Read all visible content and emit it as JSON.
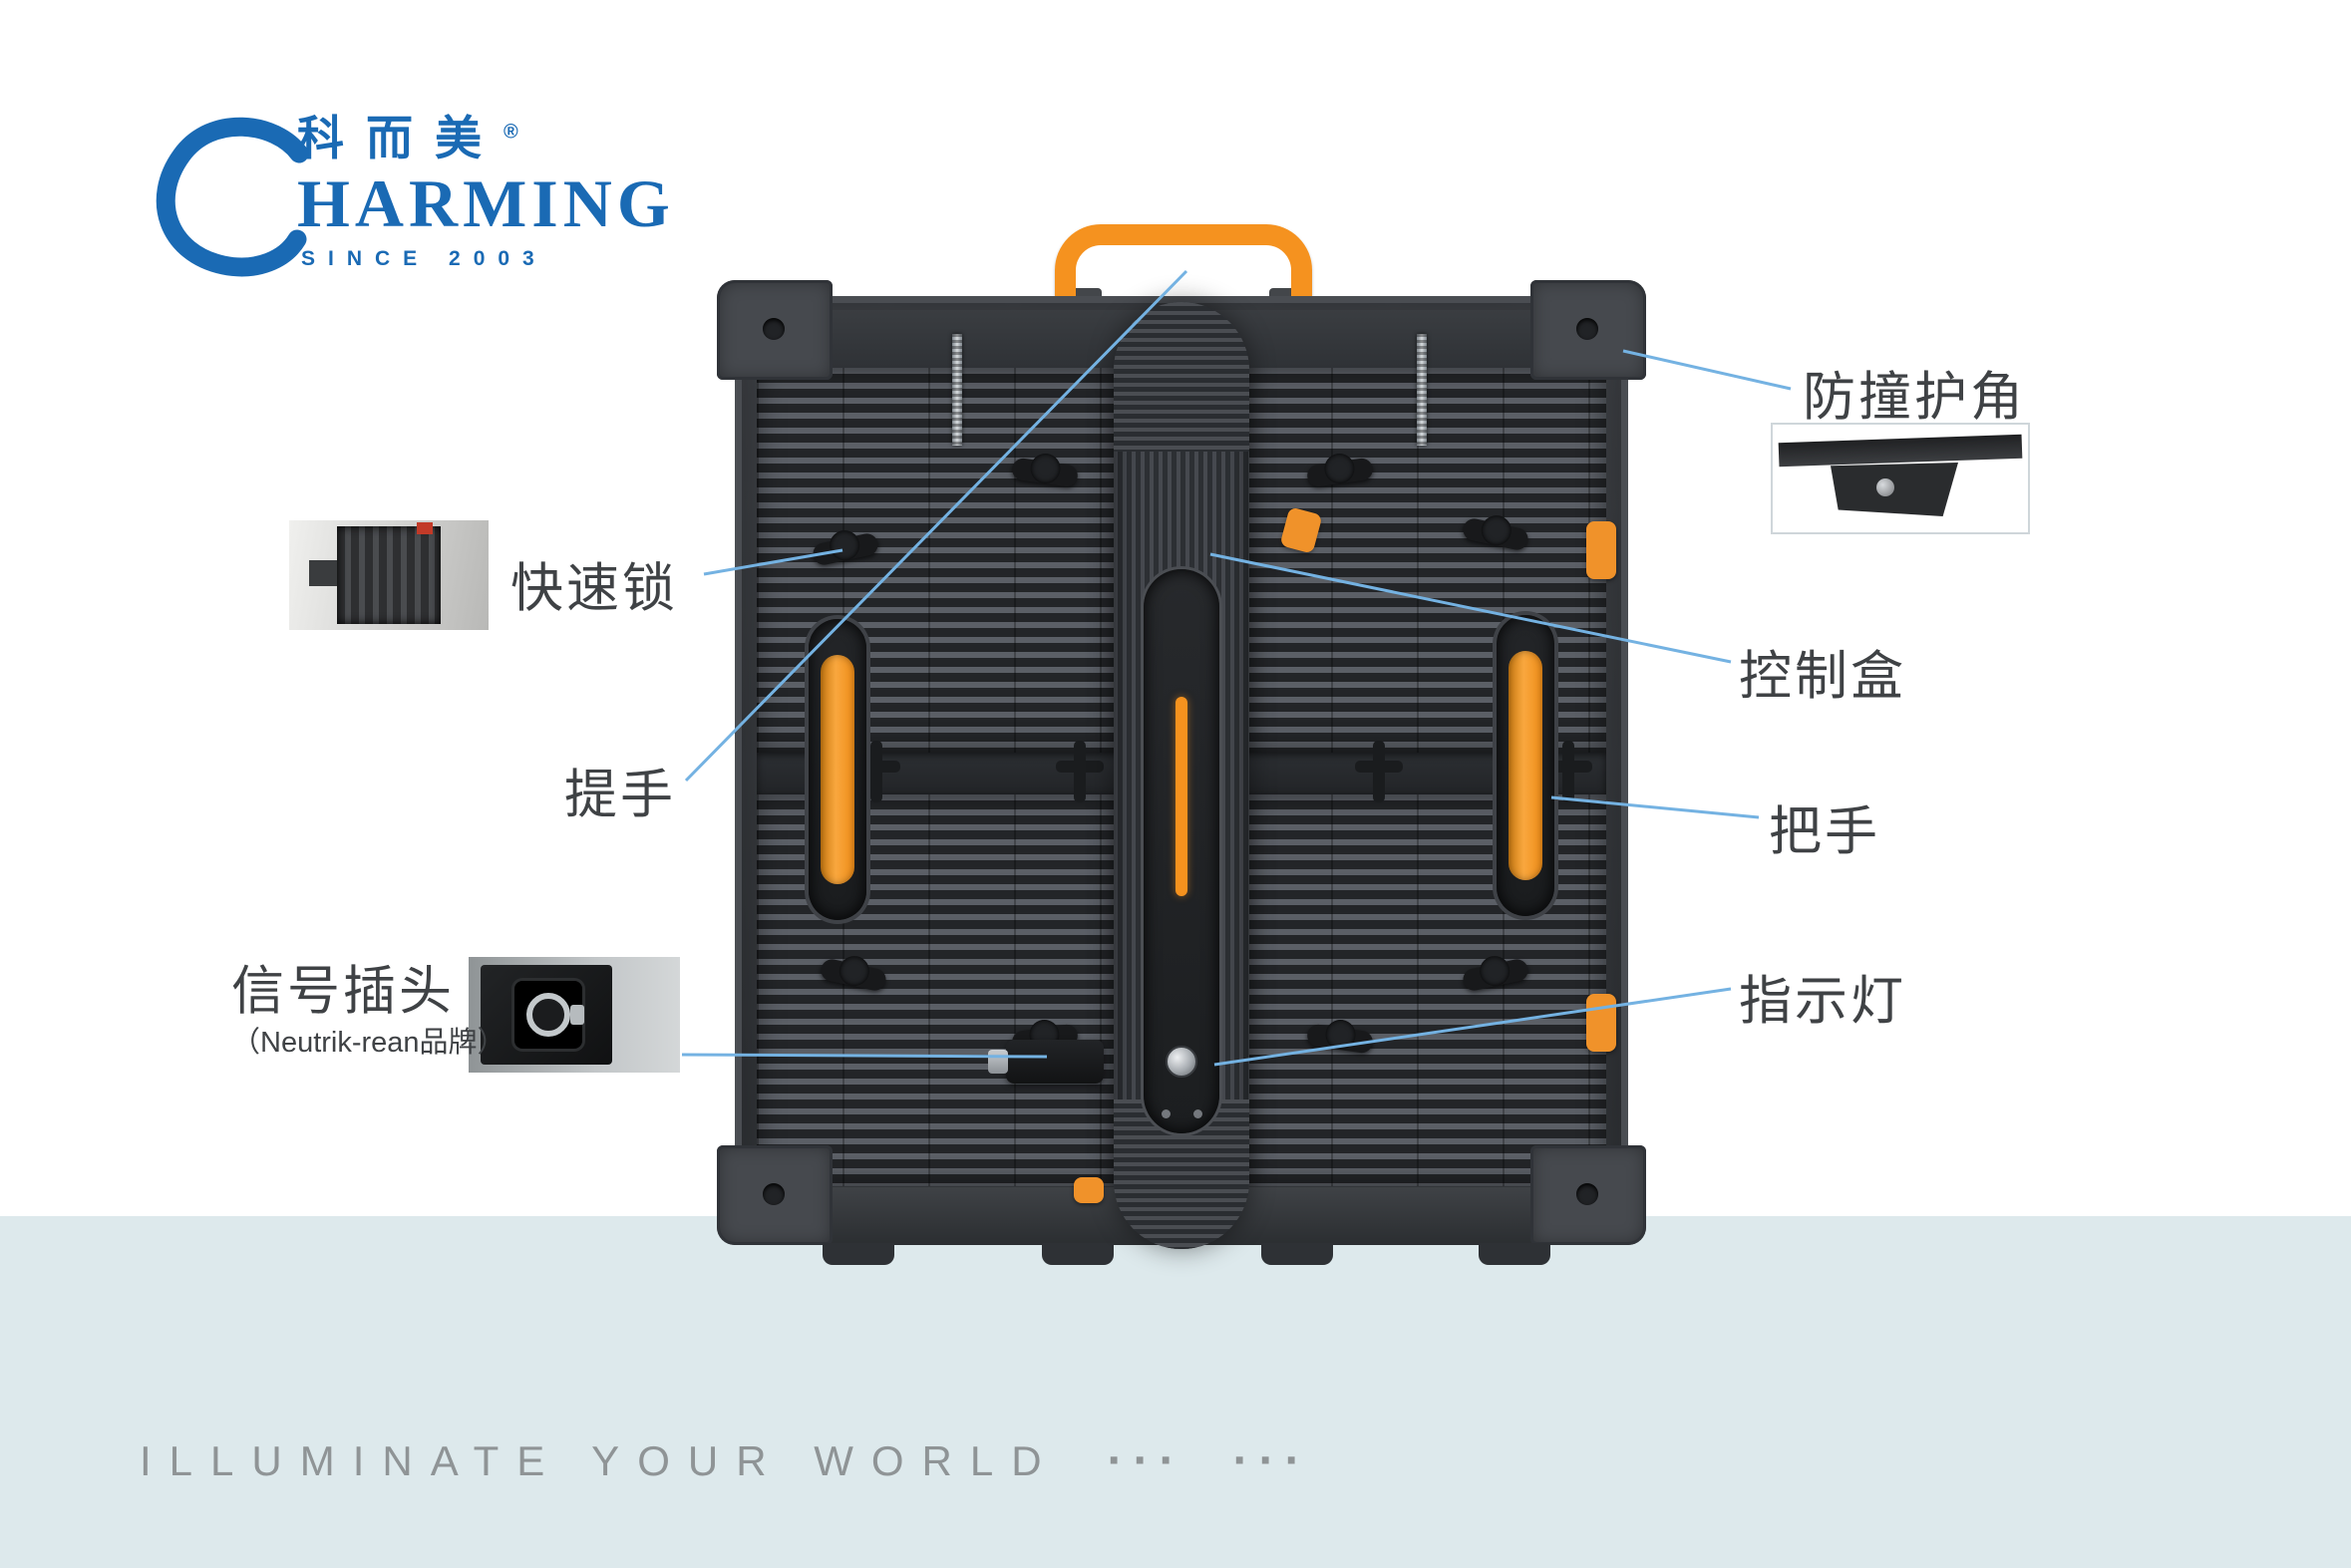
{
  "logo": {
    "cn": "科而美",
    "reg": "®",
    "en_rest": "HARMING",
    "since": "SINCE 2003"
  },
  "callouts": {
    "corner_guard": "防撞护角",
    "quick_lock": "快速锁",
    "control_box": "控制盒",
    "carry_handle": "提手",
    "side_handle": "把手",
    "signal_plug": "信号插头",
    "signal_plug_brand": "（Neutrik-rean品牌）",
    "indicator_light": "指示灯"
  },
  "footer": {
    "slogan": "ILLUMINATE YOUR WORLD",
    "dots_left": "···",
    "dots_right": "···"
  },
  "colors": {
    "logo_blue": "#1a6ab4",
    "accent_orange": "#f6921e",
    "leader_blue": "#74b2e2",
    "label_gray": "#3f4245",
    "band_blue": "#dde9ec",
    "panel_dark": "#35383c"
  }
}
